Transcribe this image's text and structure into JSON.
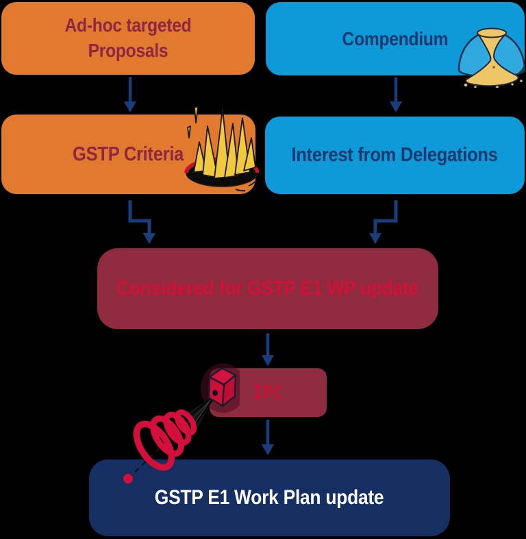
{
  "colors": {
    "background": "#000000",
    "orange_box": "#E1792E",
    "blue_box": "#0E9AD8",
    "maroon_box": "#8E2B3E",
    "navy_box": "#152F63",
    "arrow": "#1A3D7C",
    "dark_red_text": "#8E2644",
    "navy_text": "#17396F",
    "crimson_text": "#D21038",
    "white_text": "#FFFFFF",
    "flame_gold": "#F2C83E",
    "sand_gold": "#EDC767",
    "spring_red": "#D40F3C"
  },
  "nodes": {
    "adhoc": {
      "label": "Ad-hoc targeted Proposals"
    },
    "compendium": {
      "label": "Compendium"
    },
    "criteria": {
      "label": "GSTP Criteria"
    },
    "interest": {
      "label": "Interest from Delegations"
    },
    "considered": {
      "label": "Considered for GSTP E1 WP update"
    },
    "ipc": {
      "label": "IPC"
    },
    "workplan": {
      "label": "GSTP E1 Work Plan update"
    }
  },
  "edges": [
    {
      "from": "adhoc",
      "to": "criteria",
      "style": "straight-down"
    },
    {
      "from": "compendium",
      "to": "interest",
      "style": "straight-down"
    },
    {
      "from": "criteria",
      "to": "considered",
      "style": "elbow-down-right-down"
    },
    {
      "from": "interest",
      "to": "considered",
      "style": "elbow-down-left-down"
    },
    {
      "from": "considered",
      "to": "ipc",
      "style": "straight-down"
    },
    {
      "from": "ipc",
      "to": "workplan",
      "style": "straight-down"
    }
  ],
  "icons": {
    "hourglass": "hourglass-under-glass-dome",
    "flames": "flames-rising-from-pit",
    "spray": "cube-spraying-onto-spring"
  }
}
